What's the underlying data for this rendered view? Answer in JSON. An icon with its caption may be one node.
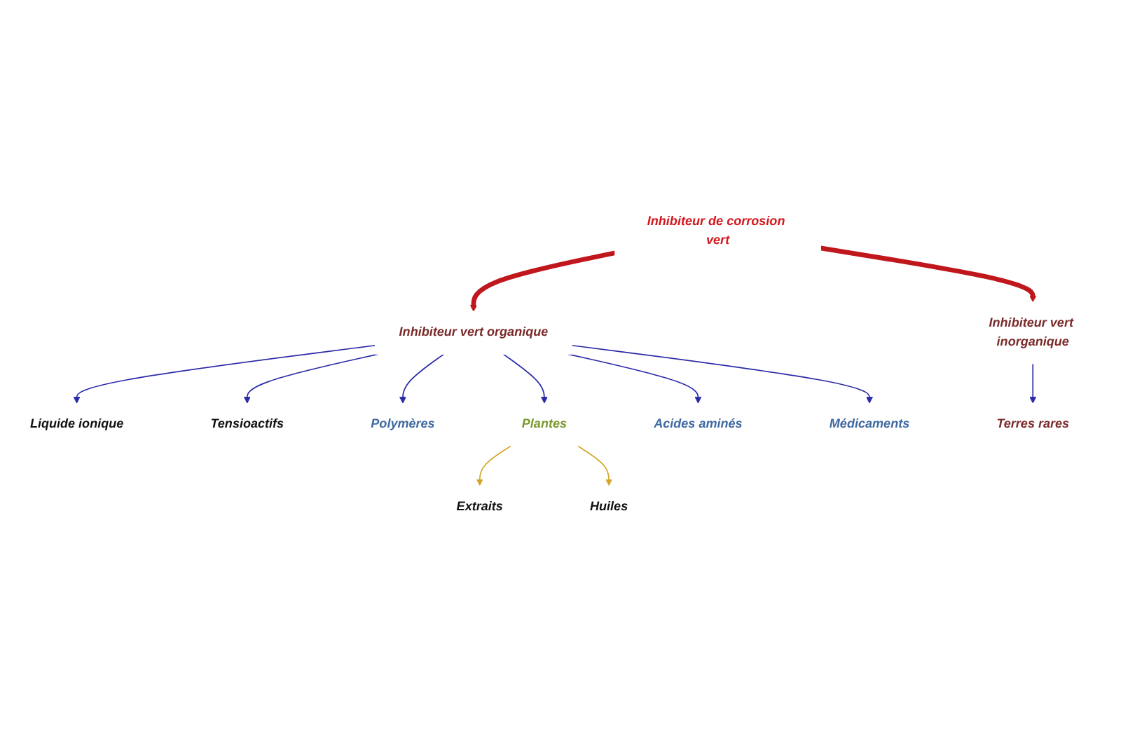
{
  "diagram": {
    "nodes": [
      {
        "text": [
          "Inhibiteur de corrosion vert"
        ]
      },
      {
        "text": [
          "Inhibiteur vert organique"
        ]
      },
      {
        "text": [
          "Inhibiteur vert inorganique"
        ]
      },
      {
        "text": [
          "Liquide ionique"
        ]
      },
      {
        "text": [
          "Tensioactifs"
        ]
      },
      {
        "text": [
          "Polymères"
        ]
      },
      {
        "text": [
          "Plantes"
        ]
      },
      {
        "text": [
          "Acides aminés"
        ]
      },
      {
        "text": [
          "Médicaments"
        ]
      },
      {
        "text": [
          "Extraits"
        ]
      },
      {
        "text": [
          "Huiles"
        ]
      },
      {
        "text": [
          "Terres rares"
        ]
      }
    ],
    "edges": [
      {
        "from": 0,
        "to": 1,
        "arrow": "to",
        "style": "thick",
        "color": "#c0171c"
      },
      {
        "from": 0,
        "to": 2,
        "arrow": "to",
        "style": "thick",
        "color": "#c0171c"
      },
      {
        "from": 1,
        "to": 3,
        "arrow": "to"
      },
      {
        "from": 1,
        "to": 8,
        "arrow": "to"
      },
      {
        "from": 1,
        "to": 4,
        "arrow": "to"
      },
      {
        "from": 1,
        "to": 7,
        "arrow": "to"
      },
      {
        "from": 1,
        "to": 5,
        "arrow": "to"
      },
      {
        "from": 1,
        "to": 6,
        "arrow": "to"
      },
      {
        "from": 6,
        "to": 9,
        "arrow": "to",
        "color": "#d4a52a"
      },
      {
        "from": 6,
        "to": 10,
        "arrow": "to",
        "color": "#d4a52a"
      },
      {
        "from": 2,
        "to": 11,
        "arrow": "to"
      }
    ]
  }
}
